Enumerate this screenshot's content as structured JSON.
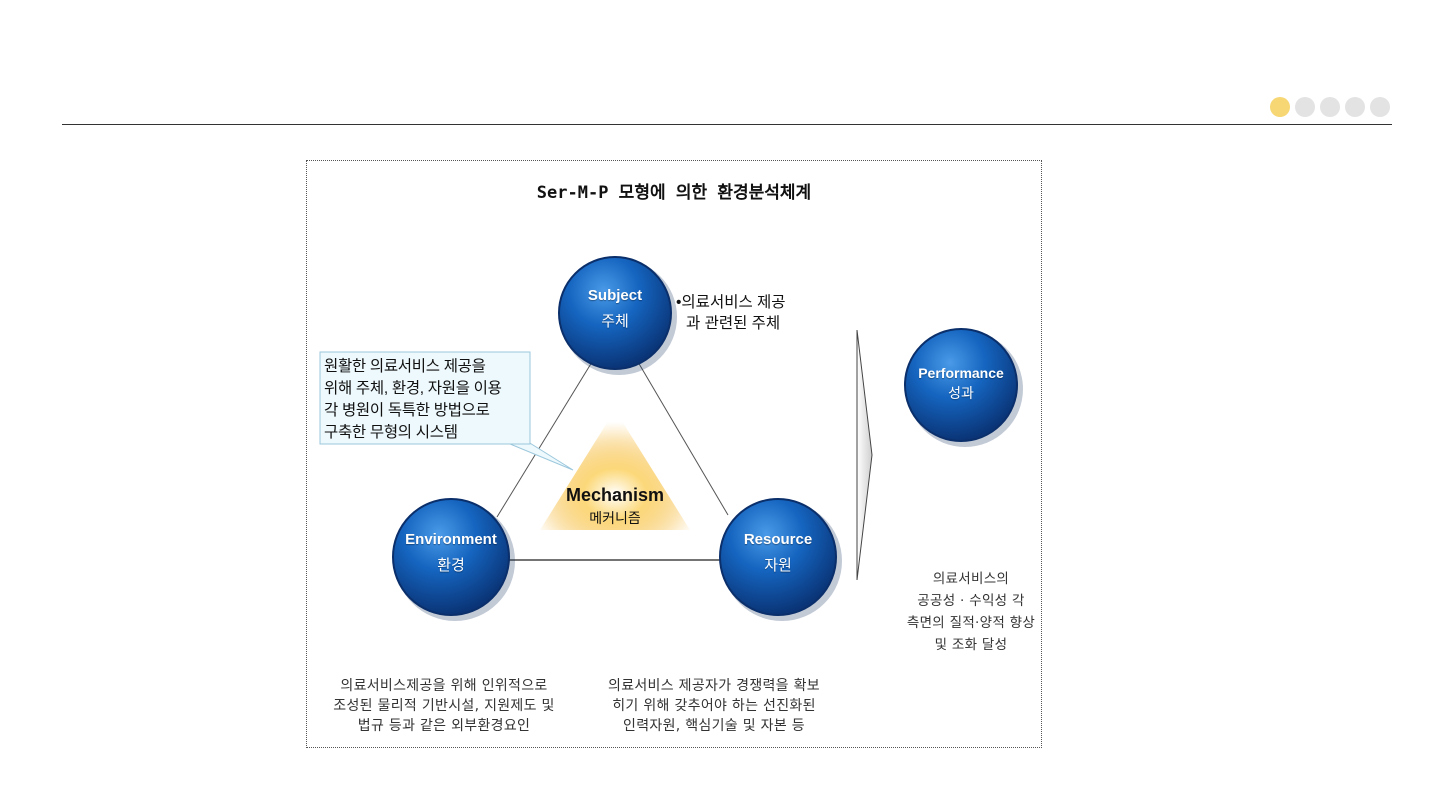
{
  "indicator": {
    "total": 5,
    "active": 1
  },
  "diagram": {
    "title": "Ser-M-P 모형에 의한 환경분석체계",
    "subject": {
      "en": "Subject",
      "ko": "주체"
    },
    "subject_note": {
      "line1": "•의료서비스 제공",
      "line2": "과 관련된 주체"
    },
    "environment": {
      "en": "Environment",
      "ko": "환경"
    },
    "resource": {
      "en": "Resource",
      "ko": "자원"
    },
    "performance": {
      "en": "Performance",
      "ko": "성과"
    },
    "mechanism": {
      "en": "Mechanism",
      "ko": "메커니즘"
    },
    "callout": {
      "line1": "원활한 의료서비스 제공을",
      "line2": "위해 주체, 환경, 자원을 이용",
      "line3": "각 병원이 독특한 방법으로",
      "line4": "구축한 무형의 시스템"
    },
    "env_caption": {
      "line1": "의료서비스제공을 위해 인위적으로",
      "line2": "조성된 물리적 기반시설, 지원제도 및",
      "line3": "법규 등과 같은 외부환경요인"
    },
    "res_caption": {
      "line1": "의료서비스 제공자가 경쟁력을 확보",
      "line2": "히기 위해 갖추어야 하는 선진화된",
      "line3": "인력자원, 핵심기술 및 자본 등"
    },
    "perf_caption": {
      "line1": "의료서비스의",
      "line2": "공공성 · 수익성 각",
      "line3": "측면의 질적·양적 향상",
      "line4": "및 조화 달성"
    },
    "colors": {
      "node_fill": "#1565c0",
      "node_dark": "#0b3f8c",
      "callout_bg": "#eef9fd",
      "glow": "#f5b52e"
    }
  }
}
